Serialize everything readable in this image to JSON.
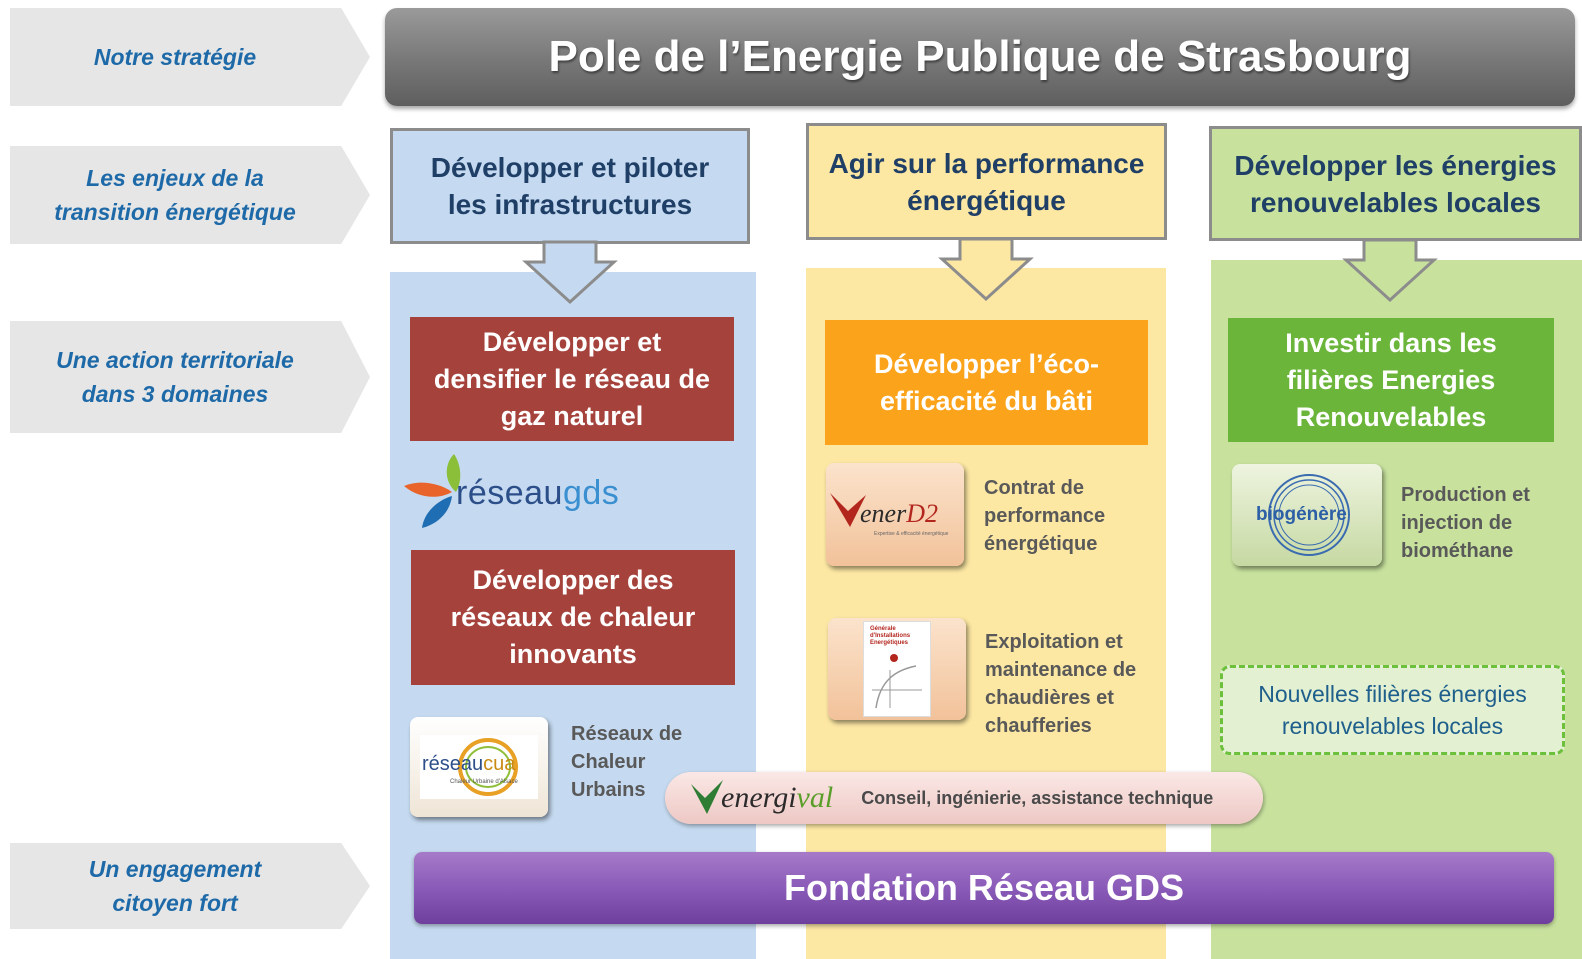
{
  "rows": [
    {
      "label": "Notre stratégie"
    },
    {
      "label_line1": "Les enjeux de la",
      "label_line2": "transition énergétique"
    },
    {
      "label_line1": "Une action territoriale",
      "label_line2": "dans 3 domaines"
    },
    {
      "label_line1": "Un engagement",
      "label_line2": "citoyen fort"
    }
  ],
  "banner": {
    "title": "Pole de l’Energie Publique de Strasbourg"
  },
  "columns": [
    {
      "objective_line1": "Développer et piloter",
      "objective_line2": "les infrastructures",
      "actions": [
        {
          "line1": "Développer et",
          "line2": "densifier le réseau de",
          "line3": "gaz naturel"
        },
        {
          "line1": "Développer des",
          "line2": "réseaux de chaleur",
          "line3": "innovants"
        }
      ],
      "logo_reseaugds": {
        "part1": "réseau",
        "part2": "gds"
      },
      "logo_reseaucua": {
        "part1": "réseau",
        "part2": "cua",
        "tagline": "Chaleur Urbaine d'Alsace"
      },
      "reseaux_desc": {
        "line1": "Réseaux de",
        "line2": "Chaleur",
        "line3": "Urbains"
      }
    },
    {
      "objective_line1": "Agir sur la performance",
      "objective_line2": "énergétique",
      "action": {
        "line1": "Développer l’éco-",
        "line2": "efficacité du bâti"
      },
      "logo_enerd2": {
        "part1": "ener",
        "part2": "D2",
        "tagline": "Expertise & efficacité énergétique"
      },
      "enerd2_desc": {
        "line1": "Contrat de",
        "line2": "performance",
        "line3": "énergétique"
      },
      "logo_gie": {
        "line1": "Générale",
        "line2": "d'Installations",
        "line3": "Energétiques"
      },
      "gie_desc": {
        "line1": "Exploitation et",
        "line2": "maintenance de",
        "line3": "chaudières et",
        "line4": "chaufferies"
      }
    },
    {
      "objective_line1": "Développer les énergies",
      "objective_line2": "renouvelables locales",
      "action": {
        "line1": "Investir dans les",
        "line2": "filières Energies",
        "line3": "Renouvelables"
      },
      "logo_biogenere": {
        "text": "biogénère"
      },
      "biogenere_desc": {
        "line1": "Production et",
        "line2": "injection de",
        "line3": "biométhane"
      },
      "dashed_box": {
        "line1": "Nouvelles filières énergies",
        "line2": "renouvelables locales"
      }
    }
  ],
  "energival": {
    "logo_part1": "energi",
    "logo_part2": "val",
    "text": "Conseil, ingénierie, assistance technique"
  },
  "fondation": {
    "title": "Fondation Réseau GDS"
  },
  "colors": {
    "row_label_text": "#1e6aa8",
    "objective_text": "#1f3f66",
    "col1_bg": "#c5daf0",
    "col2_bg": "#fce7a3",
    "col3_bg": "#c8e29e",
    "action_red": "#a6423c",
    "action_orange": "#fba31a",
    "action_green": "#6bb53a",
    "fondation_purple": "#8a5bb8"
  }
}
